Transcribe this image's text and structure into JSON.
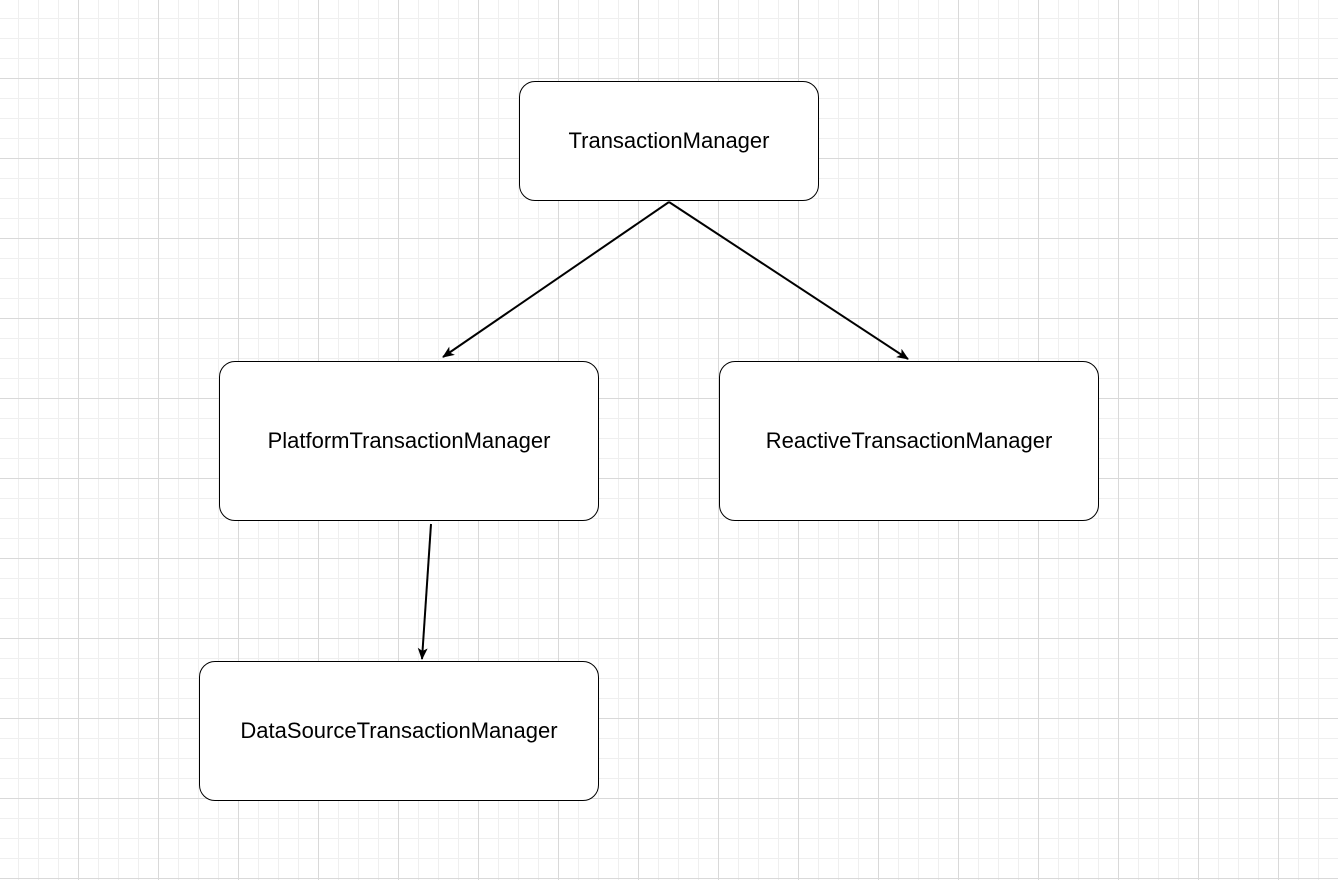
{
  "nodes": [
    {
      "id": "transaction-manager",
      "label": "TransactionManager"
    },
    {
      "id": "platform-transaction-manager",
      "label": "PlatformTransactionManager"
    },
    {
      "id": "reactive-transaction-manager",
      "label": "ReactiveTransactionManager"
    },
    {
      "id": "datasource-transaction-manager",
      "label": "DataSourceTransactionManager"
    }
  ],
  "edges": [
    {
      "from": "TransactionManager",
      "to": "PlatformTransactionManager"
    },
    {
      "from": "TransactionManager",
      "to": "ReactiveTransactionManager"
    },
    {
      "from": "PlatformTransactionManager",
      "to": "DataSourceTransactionManager"
    }
  ],
  "colors": {
    "stroke": "#000000",
    "node_fill": "#ffffff",
    "grid_major": "#d9d9d9",
    "grid_minor": "#efefef"
  }
}
